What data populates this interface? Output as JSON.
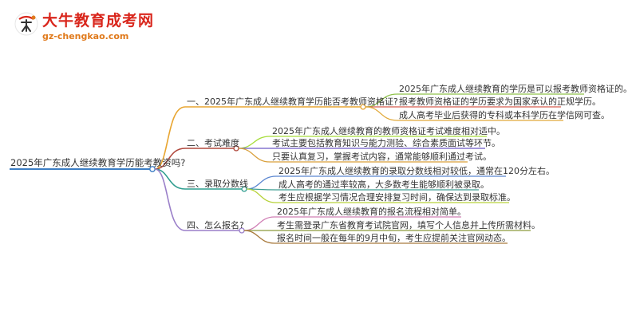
{
  "header": {
    "brand": "大牛教育成考网",
    "domain": "gz-chengkao.com",
    "logo_text": "大牛"
  },
  "colors": {
    "root": "#3d7ec4",
    "branch1": "#e8a530",
    "branch2": "#b0483d",
    "branch3": "#2f9d8f",
    "branch4": "#9a7fc9",
    "leaf1": "#8fc24a",
    "leaf2": "#d85c4d",
    "leaf3": "#e1a93a",
    "leaf4": "#a7dd3a",
    "leaf5": "#6e59c8",
    "leaf6": "#d9a03c",
    "leaf7": "#5a86d0",
    "leaf8": "#3f9e92",
    "leaf9": "#b6d23a",
    "leaf10": "#d07fb5",
    "leaf11": "#8c9a3c",
    "leaf12": "#a97b3e"
  },
  "mindmap": {
    "root": "2025年广东成人继续教育学历能考教资吗?",
    "branches": [
      {
        "label": "一、2025年广东成人继续教育学历能否考教师资格证?",
        "leaves": [
          "2025年广东成人继续教育的学历是可以报考教师资格证的。",
          "报考教师资格证的学历要求为国家承认的正规学历。",
          "成人高考毕业后获得的专科或本科学历在学信网可查。"
        ]
      },
      {
        "label": "二、考试难度",
        "leaves": [
          "2025年广东成人继续教育的教师资格证考试难度相对适中。",
          "考试主要包括教育知识与能力测验、综合素质面试等环节。",
          "只要认真复习，掌握考试内容，通常能够顺利通过考试。"
        ]
      },
      {
        "label": "三、录取分数线",
        "leaves": [
          "2025年广东成人继续教育的录取分数线相对较低，通常在120分左右。",
          "成人高考的通过率较高，大多数考生能够顺利被录取。",
          "考生应根据学习情况合理安排复习时间，确保达到录取标准。"
        ]
      },
      {
        "label": "四、怎么报名?",
        "leaves": [
          "2025年广东成人继续教育的报名流程相对简单。",
          "考生需登录广东省教育考试院官网，填写个人信息并上传所需材料。",
          "报名时间一般在每年的9月中旬，考生应提前关注官网动态。"
        ]
      }
    ]
  }
}
